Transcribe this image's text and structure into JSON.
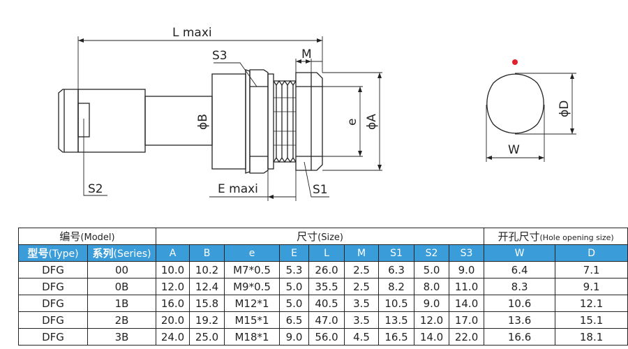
{
  "drawing": {
    "dimension_labels": {
      "l_maxi": "L maxi",
      "e_maxi": "E maxi",
      "s1": "S1",
      "s2": "S2",
      "s3": "S3",
      "m": "M",
      "phi_b": "ϕB",
      "e": "e",
      "phi_a": "ϕA",
      "phi_d": "ϕD",
      "w": "W"
    },
    "colors": {
      "line": "#222222",
      "marker": "#e0202a",
      "header_blue": "#3a9cd8"
    }
  },
  "table": {
    "group_headers": {
      "model": "编号",
      "model_en": "(Model)",
      "size": "尺寸",
      "size_en": "(Size)",
      "hole": "开孔尺寸",
      "hole_en": "(Hole opening size)"
    },
    "columns": {
      "type": "型号",
      "type_en": "(Type)",
      "series": "系列",
      "series_en": "(Series)",
      "a": "A",
      "b": "B",
      "e_col": "e",
      "e_cap": "E",
      "l": "L",
      "m": "M",
      "s1": "S1",
      "s2": "S2",
      "s3": "S3",
      "w": "W",
      "d": "D"
    },
    "rows": [
      {
        "type": "DFG",
        "series": "00",
        "a": "10.0",
        "b": "10.2",
        "e_col": "M7*0.5",
        "e_cap": "5.3",
        "l": "26.0",
        "m": "2.5",
        "s1": "6.3",
        "s2": "5.0",
        "s3": "9.0",
        "w": "6.4",
        "d": "7.1"
      },
      {
        "type": "DFG",
        "series": "0B",
        "a": "12.0",
        "b": "12.4",
        "e_col": "M9*0.5",
        "e_cap": "5.0",
        "l": "35.5",
        "m": "2.5",
        "s1": "8.2",
        "s2": "8.0",
        "s3": "11.0",
        "w": "8.3",
        "d": "9.1"
      },
      {
        "type": "DFG",
        "series": "1B",
        "a": "16.0",
        "b": "15.8",
        "e_col": "M12*1",
        "e_cap": "5.0",
        "l": "40.5",
        "m": "3.5",
        "s1": "10.5",
        "s2": "9.0",
        "s3": "14.0",
        "w": "10.6",
        "d": "12.1"
      },
      {
        "type": "DFG",
        "series": "2B",
        "a": "20.0",
        "b": "19.2",
        "e_col": "M15*1",
        "e_cap": "6.5",
        "l": "47.0",
        "m": "3.5",
        "s1": "13.5",
        "s2": "12.0",
        "s3": "17.0",
        "w": "13.6",
        "d": "15.1"
      },
      {
        "type": "DFG",
        "series": "3B",
        "a": "24.0",
        "b": "25.0",
        "e_col": "M18*1",
        "e_cap": "9.0",
        "l": "56.0",
        "m": "4.5",
        "s1": "16.5",
        "s2": "14.0",
        "s3": "22.0",
        "w": "16.6",
        "d": "18.1"
      }
    ]
  }
}
